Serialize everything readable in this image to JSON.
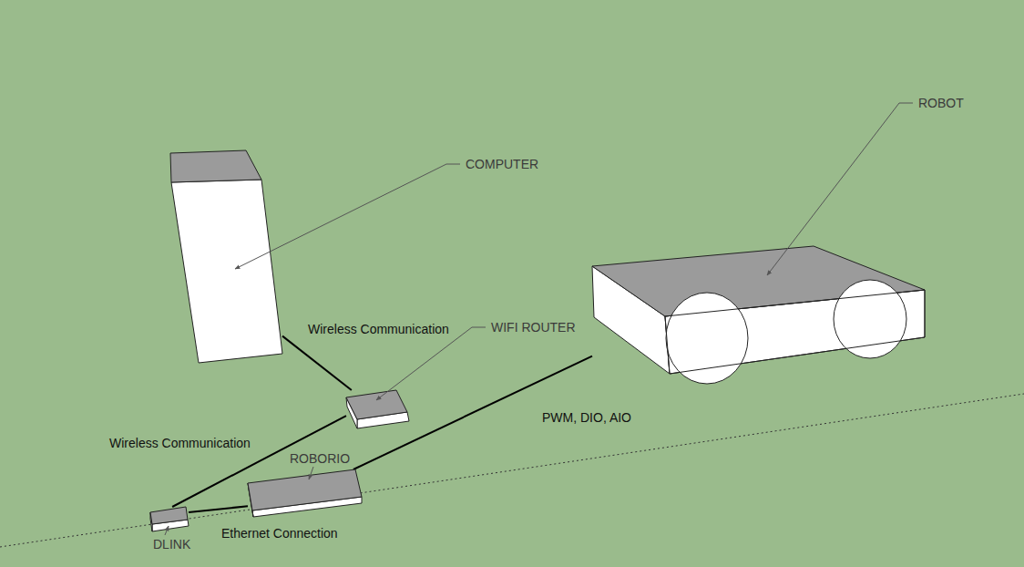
{
  "diagram": {
    "nodes": [
      {
        "text": [
          "COMPUTER"
        ]
      },
      {
        "text": [
          "WIFI ROUTER"
        ]
      },
      {
        "text": [
          "DLINK"
        ]
      },
      {
        "text": [
          "ROBORIO"
        ]
      },
      {
        "text": [
          "ROBOT"
        ]
      }
    ],
    "edges": [
      {
        "from": 0,
        "to": 1,
        "label": "Wireless Communication",
        "arrow": "none"
      },
      {
        "from": 1,
        "to": 2,
        "label": "Wireless Communication",
        "arrow": "none"
      },
      {
        "from": 2,
        "to": 3,
        "label": "Ethernet Connection",
        "arrow": "none"
      },
      {
        "from": 3,
        "to": 4,
        "label": "PWM, DIO, AIO",
        "arrow": "none"
      }
    ]
  }
}
